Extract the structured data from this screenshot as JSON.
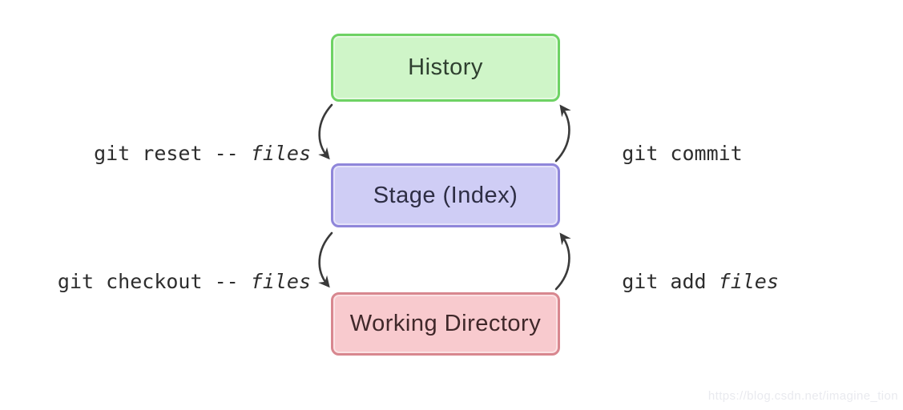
{
  "diagram": {
    "title": "git areas and commands flow",
    "boxes": [
      {
        "id": "history",
        "label": "History",
        "fill": "#cff5c8",
        "border": "#6ed264",
        "text_color": "#2f4030"
      },
      {
        "id": "stage",
        "label": "Stage (Index)",
        "fill": "#cfcdf5",
        "border": "#8f86da",
        "text_color": "#2e2e44"
      },
      {
        "id": "working-directory",
        "label": "Working Directory",
        "fill": "#f8cace",
        "border": "#d8878f",
        "text_color": "#40282a"
      }
    ],
    "edges": [
      {
        "id": "git-reset",
        "text": "git reset -- ",
        "italic": "files",
        "from": "history",
        "to": "stage",
        "side": "left",
        "direction": "down"
      },
      {
        "id": "git-commit",
        "text": "git commit",
        "italic": "",
        "from": "stage",
        "to": "history",
        "side": "right",
        "direction": "up"
      },
      {
        "id": "git-checkout",
        "text": "git checkout -- ",
        "italic": "files",
        "from": "stage",
        "to": "working-directory",
        "side": "left",
        "direction": "down"
      },
      {
        "id": "git-add",
        "text": "git add ",
        "italic": "files",
        "from": "working-directory",
        "to": "stage",
        "side": "right",
        "direction": "up"
      }
    ],
    "arrow_color": "#3a3a3a",
    "command_text_color": "#2d2d2d"
  },
  "watermark": {
    "text": "https://blog.csdn.net/imagine_tion",
    "color": "#e9eaef"
  }
}
